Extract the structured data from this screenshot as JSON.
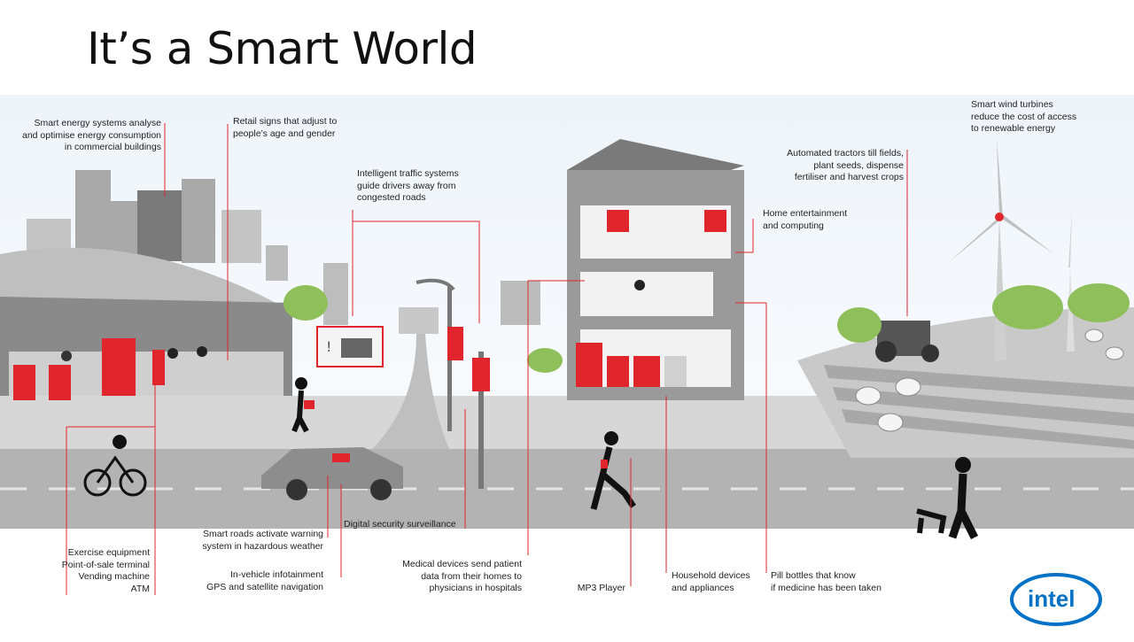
{
  "slide": {
    "title": "It’s a Smart World"
  },
  "colors": {
    "accent": "#e0262c",
    "scene_gray": "#9a9a9a",
    "sky": "#eef4fa",
    "intel_blue": "#0071c5"
  },
  "labels": {
    "smart_energy": [
      "Smart energy systems analyse",
      "and optimise energy consumption",
      "in commercial buildings"
    ],
    "retail_signs": [
      "Retail signs that adjust to",
      "people’s age and gender"
    ],
    "traffic": [
      "Intelligent traffic systems",
      "guide drivers away from",
      "congested roads"
    ],
    "home_entertainment": [
      "Home entertainment",
      "and computing"
    ],
    "tractors": [
      "Automated tractors till fields,",
      "plant seeds, dispense",
      "fertiliser and harvest crops"
    ],
    "wind": [
      "Smart wind turbines",
      "reduce the cost of access",
      "to renewable energy"
    ],
    "exercise": [
      "Exercise equipment",
      "Point-of-sale terminal",
      "Vending machine",
      "ATM"
    ],
    "smart_roads": [
      "Smart roads activate warning",
      "system in hazardous weather"
    ],
    "infotainment": [
      "In-vehicle infotainment",
      "GPS and satellite navigation"
    ],
    "surveillance": [
      "Digital security surveillance"
    ],
    "medical": [
      "Medical devices send patient",
      "data from their homes to",
      "physicians in hospitals"
    ],
    "mp3": [
      "MP3 Player"
    ],
    "household": [
      "Household devices",
      "and appliances"
    ],
    "pills": [
      "Pill bottles that know",
      "if medicine has been taken"
    ]
  },
  "logo": {
    "text": "intel"
  }
}
